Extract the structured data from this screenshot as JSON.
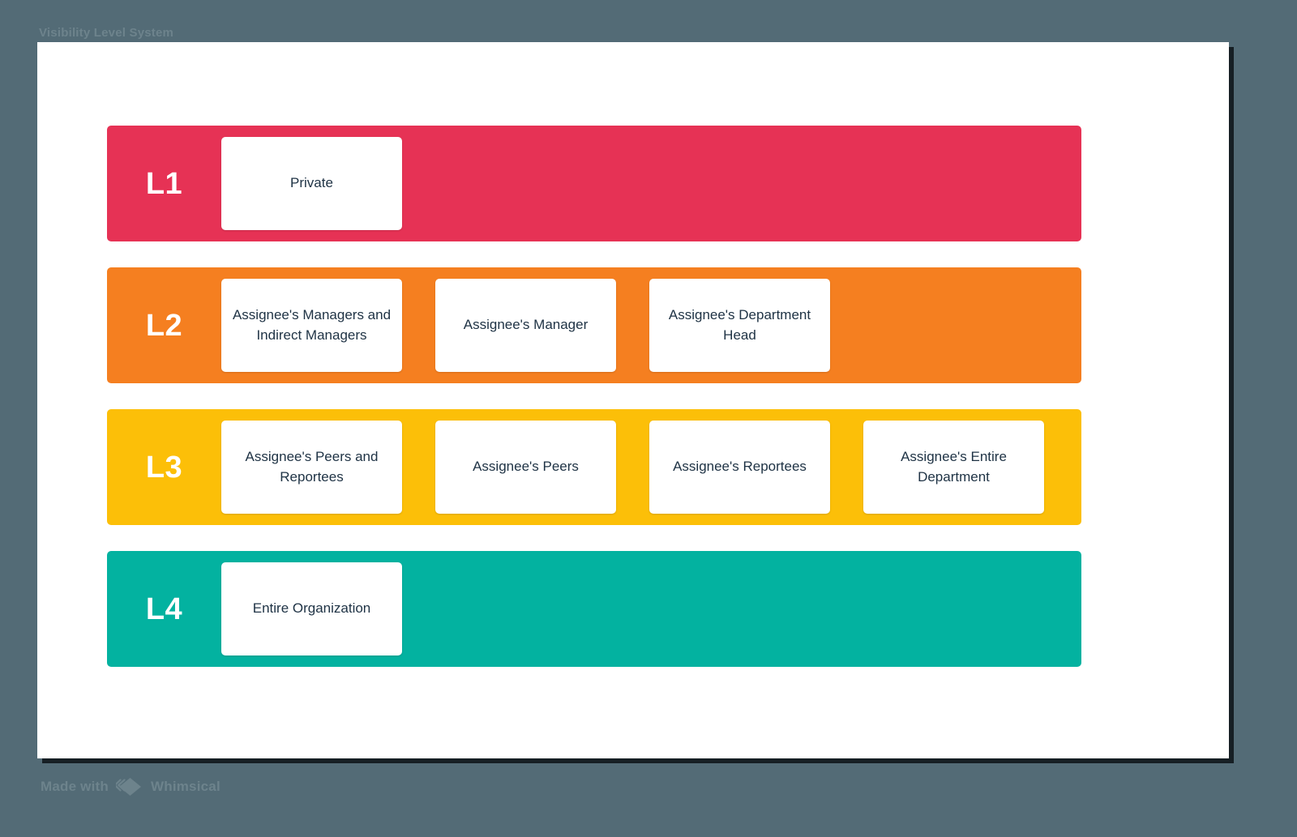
{
  "page": {
    "title": "Visibility Level System",
    "background_color": "#536b76",
    "canvas_color": "#ffffff",
    "card_text_color": "#1e3244"
  },
  "levels": [
    {
      "id": "L1",
      "label": "L1",
      "color": "#e63255",
      "cards": [
        {
          "label": "Private"
        }
      ]
    },
    {
      "id": "L2",
      "label": "L2",
      "color": "#f57f20",
      "cards": [
        {
          "label": "Assignee's Managers and Indirect Managers"
        },
        {
          "label": "Assignee's Manager"
        },
        {
          "label": "Assignee's Department Head"
        }
      ]
    },
    {
      "id": "L3",
      "label": "L3",
      "color": "#fcbf08",
      "cards": [
        {
          "label": "Assignee's Peers and Reportees"
        },
        {
          "label": "Assignee's Peers"
        },
        {
          "label": "Assignee's Reportees"
        },
        {
          "label": "Assignee's Entire Department"
        }
      ]
    },
    {
      "id": "L4",
      "label": "L4",
      "color": "#03b2a0",
      "cards": [
        {
          "label": "Entire Organization"
        }
      ]
    }
  ],
  "footer": {
    "made_with": "Made with",
    "brand": "Whimsical",
    "logo_icon": "whimsical-diamond-icon"
  }
}
